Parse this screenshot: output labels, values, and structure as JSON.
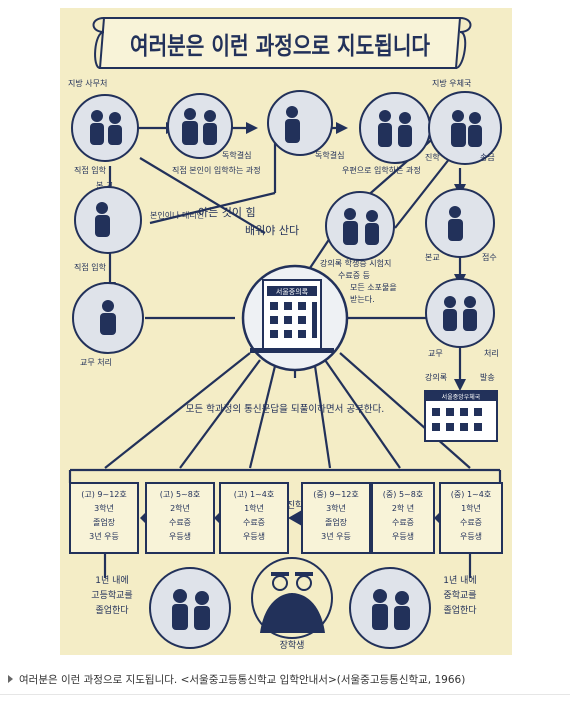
{
  "poster": {
    "title": "여러분은 이런 과정으로 지도됩니다",
    "colors": {
      "paper": "#f4edc6",
      "ink": "#22315a",
      "light": "#dfe3ea"
    },
    "top_left_label": "지방 사무처",
    "top_right_label": "지방 우체국",
    "left_col": {
      "direct_admission": "직접 입학",
      "main_school": "본 교",
      "direct_admission_2": "직접 입학",
      "academic_affairs": "교무 처리",
      "self_or_proxy": "본인이나 대리인"
    },
    "center_top": {
      "direct_self_process": "직접 본인이 입학하는 과정",
      "admission_decided_left": "독학결심",
      "admission_decided_right": "독학결심",
      "mail_process": "우편으로 입학하는 과정"
    },
    "right_col": {
      "reception": "진학",
      "remittance": "송금",
      "main_school": "본교",
      "receipt": "접수",
      "academic": "교무",
      "processing": "처리",
      "lecture_notes": "강의록",
      "shipping": "발송",
      "post_office_sign": "서울중앙우체국"
    },
    "slogan_1": "아는 것이 힘",
    "slogan_2": "배워야 산다",
    "center_note_1": "강의록 학생증 시험지",
    "center_note_2": "수료증 등",
    "center_note_3": "모든 소포물을",
    "center_note_4": "받는다.",
    "building_sign": "서울중의록",
    "study_line": "모든 학과정의 통신문답을 되풀이하면서 공부한다.",
    "advance_label": "진학",
    "scholarship_label": "장학생",
    "left_bottom_text": [
      "1년 내에",
      "고등학교를",
      "졸업한다"
    ],
    "right_bottom_text": [
      "1년 내에",
      "중학교를",
      "졸업한다"
    ],
    "boxes": [
      {
        "head": "(고) 9~12호",
        "lines": [
          "3학년",
          "졸업장",
          "3년 우등"
        ]
      },
      {
        "head": "(고) 5~8호",
        "lines": [
          "2학년",
          "수료증",
          "우등생"
        ]
      },
      {
        "head": "(고) 1~4호",
        "lines": [
          "1학년",
          "수료증",
          "우등생"
        ]
      },
      {
        "head": "(중) 9~12호",
        "lines": [
          "3학년",
          "졸업장",
          "3년 우등"
        ]
      },
      {
        "head": "(중) 5~8호",
        "lines": [
          "2학 년",
          "수료증",
          "우등생"
        ]
      },
      {
        "head": "(중) 1~4호",
        "lines": [
          "1학년",
          "수료증",
          "우등생"
        ]
      }
    ]
  },
  "caption": "여러분은 이런 과정으로 지도됩니다. <서울중고등통신학교 입학안내서>(서울중고등통신학교, 1966)"
}
